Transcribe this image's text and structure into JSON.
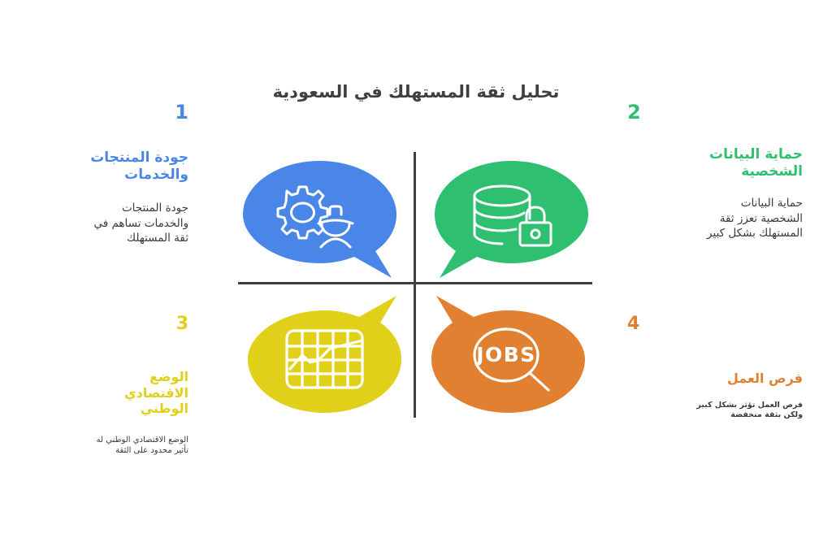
{
  "page": {
    "title": "تحليل ثقة المستهلك في السعودية",
    "background": "#ffffff",
    "divider_color": "#3f3f3f"
  },
  "colors": {
    "blue": "#4a86e8",
    "green": "#2fbf71",
    "yellow": "#e0d01a",
    "orange": "#e08030",
    "text": "#3a3a3a",
    "title": "#404040"
  },
  "quadrants": [
    {
      "number": "1",
      "color": "#4a86e8",
      "icon": "gear-worker-icon",
      "bubble_tail": "bottom-right",
      "heading_lines": [
        "جودة المنتجات",
        "والخدمات"
      ],
      "body_lines": [
        "جودة المنتجات",
        "والخدمات تساهم في",
        "ثقة المستهلك"
      ]
    },
    {
      "number": "2",
      "color": "#2fbf71",
      "icon": "database-lock-icon",
      "bubble_tail": "bottom-left",
      "heading_lines": [
        "حماية البيانات",
        "الشخصية"
      ],
      "body_lines": [
        "حماية البيانات",
        "الشخصية تعزز ثقة",
        "المستهلك بشكل كبير"
      ]
    },
    {
      "number": "3",
      "color": "#e0d01a",
      "icon": "line-chart-icon",
      "bubble_tail": "top-right",
      "heading_lines": [
        "الوضع",
        "الاقتصادي",
        "الوطني"
      ],
      "body_lines": [
        "الوضع الاقتصادي الوطني له",
        "تأثير محدود على الثقة"
      ]
    },
    {
      "number": "4",
      "color": "#e08030",
      "icon": "jobs-magnifier-icon",
      "bubble_tail": "top-left",
      "heading_lines": [
        "فرص العمل"
      ],
      "body_lines": [
        "فرص العمل تؤثر بشكل كبير",
        "ولكن بثقة منخفضة"
      ],
      "icon_text": "JOBS"
    }
  ]
}
